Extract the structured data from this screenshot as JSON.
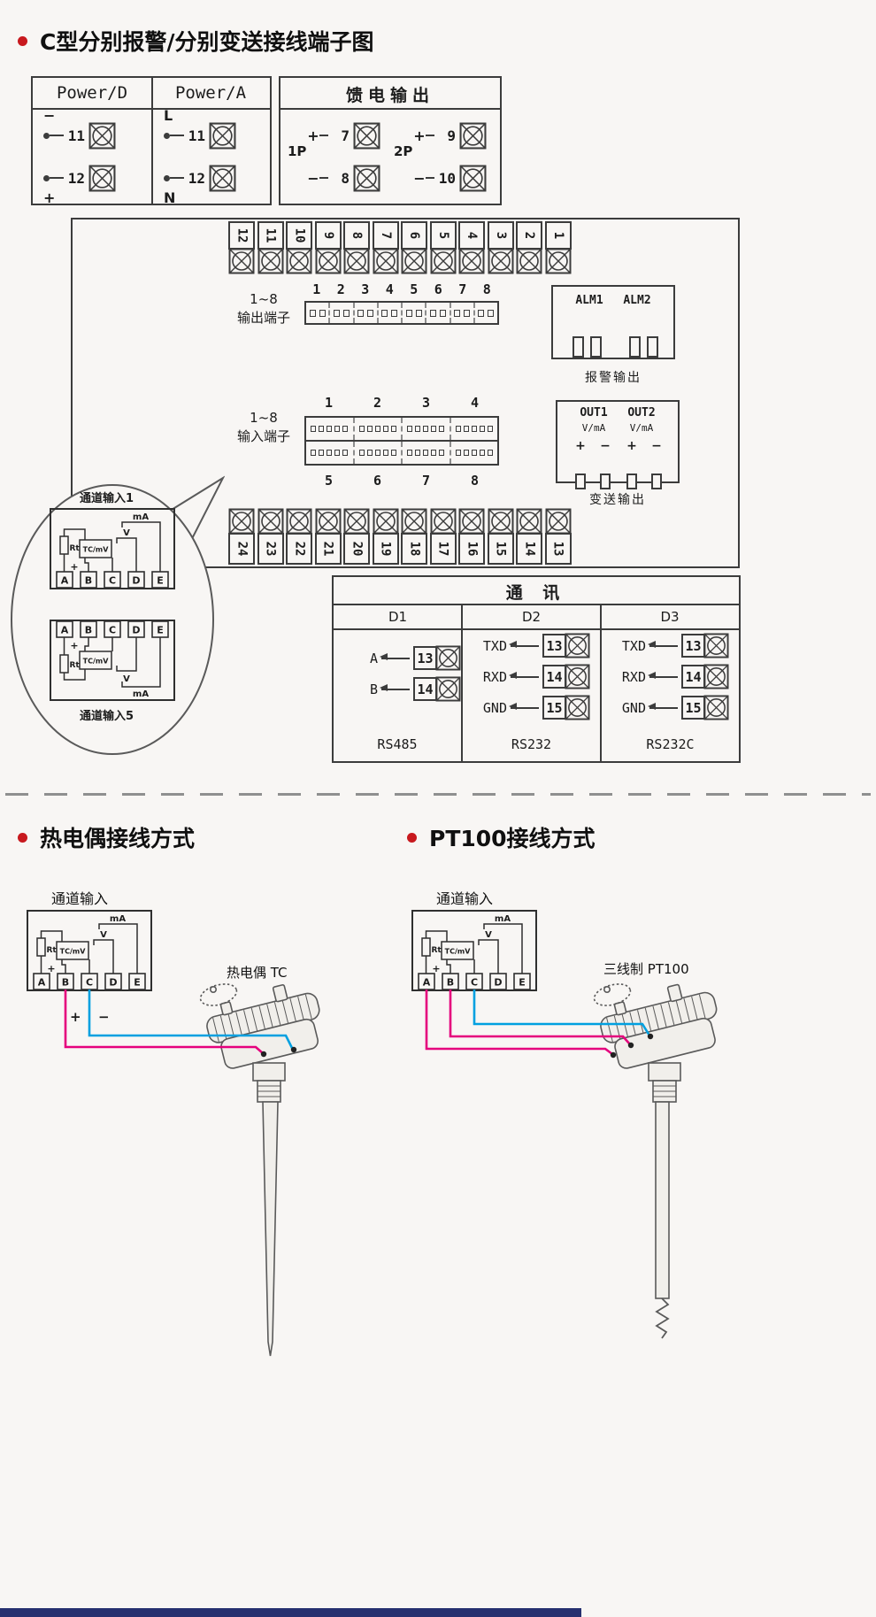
{
  "page": {
    "title1": "C型分别报警/分别变送接线端子图",
    "title_tc": "热电偶接线方式",
    "title_pt": "PT100接线方式",
    "accent_red": "#c8191e",
    "wire_pink": "#e5007d",
    "wire_cyan": "#00a0e0",
    "line_color": "#3c3c3c",
    "footer_color": "#26306f"
  },
  "power": {
    "columns": [
      {
        "header": "Power/D",
        "rows": [
          {
            "sign": "−",
            "num": "11"
          },
          {
            "sign": "+",
            "num": "12"
          }
        ]
      },
      {
        "header": "Power/A",
        "rows": [
          {
            "sign": "L",
            "num": "11"
          },
          {
            "sign": "N",
            "num": "12"
          }
        ]
      }
    ]
  },
  "feed": {
    "header": "馈电输出",
    "groups": [
      {
        "label": "1P",
        "rows": [
          {
            "sign": "+",
            "num": "7"
          },
          {
            "sign": "−",
            "num": "8"
          }
        ]
      },
      {
        "label": "2P",
        "rows": [
          {
            "sign": "+",
            "num": "9"
          },
          {
            "sign": "−",
            "num": "10"
          }
        ]
      }
    ]
  },
  "main": {
    "top_numbers": [
      "12",
      "11",
      "10",
      "9",
      "8",
      "7",
      "6",
      "5",
      "4",
      "3",
      "2",
      "1"
    ],
    "bottom_numbers": [
      "24",
      "23",
      "22",
      "21",
      "20",
      "19",
      "18",
      "17",
      "16",
      "15",
      "14",
      "13"
    ],
    "output": {
      "label1": "1~8",
      "label2": "输出端子",
      "numbers": [
        "1",
        "2",
        "3",
        "4",
        "5",
        "6",
        "7",
        "8"
      ]
    },
    "alarm": {
      "names": [
        "ALM1",
        "ALM2"
      ],
      "caption": "报警输出"
    },
    "input": {
      "label1": "1~8",
      "label2": "输入端子",
      "numbers_top": [
        "1",
        "2",
        "3",
        "4"
      ],
      "numbers_bottom": [
        "5",
        "6",
        "7",
        "8"
      ]
    },
    "out": {
      "names": [
        "OUT1",
        "OUT2"
      ],
      "units": [
        "V/mA",
        "V/mA"
      ],
      "signs": [
        "+",
        "−",
        "+",
        "−"
      ],
      "caption": "变送输出"
    }
  },
  "channel": {
    "terminals": [
      "A",
      "B",
      "C",
      "D",
      "E"
    ],
    "rt": "Rt",
    "tcmv": "TC/mV",
    "v": "V",
    "ma": "mA",
    "plus": "+"
  },
  "callout": {
    "ch1": "通道输入1",
    "ch5": "通道输入5"
  },
  "comm": {
    "title": "通  讯",
    "columns": [
      {
        "header": "D1",
        "rows": [
          {
            "signal": "A",
            "num": "13"
          },
          {
            "signal": "B",
            "num": "14"
          }
        ],
        "caption": "RS485"
      },
      {
        "header": "D2",
        "rows": [
          {
            "signal": "TXD",
            "num": "13"
          },
          {
            "signal": "RXD",
            "num": "14"
          },
          {
            "signal": "GND",
            "num": "15"
          }
        ],
        "caption": "RS232"
      },
      {
        "header": "D3",
        "rows": [
          {
            "signal": "TXD",
            "num": "13"
          },
          {
            "signal": "RXD",
            "num": "14"
          },
          {
            "signal": "GND",
            "num": "15"
          }
        ],
        "caption": "RS232C"
      }
    ]
  },
  "sensors": {
    "channel_label": "通道输入",
    "tc_label": "热电偶 TC",
    "pt_label": "三线制 PT100",
    "plus": "+",
    "minus": "−"
  }
}
